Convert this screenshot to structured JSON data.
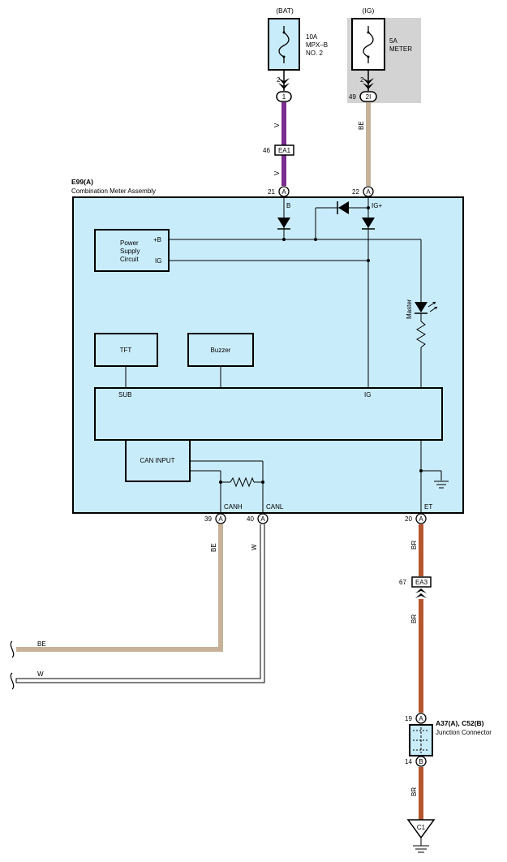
{
  "sources": {
    "bat_label": "(BAT)",
    "ig_label": "(IG)",
    "bat_fuse": [
      "10A",
      "MPX–B",
      "NO. 2"
    ],
    "ig_fuse": [
      "5A",
      "METER"
    ],
    "bat_fuse_pin": "2",
    "ig_fuse_pin": "2"
  },
  "junction_pins": {
    "bat_pin": "1",
    "ig_pin": "2I",
    "ig_pin_num": "49"
  },
  "connectors": {
    "ea1": "EA1",
    "ea1_num": "46",
    "ea3": "EA3",
    "ea3_num": "67"
  },
  "wire_colors": {
    "bat_upper": "V",
    "bat_lower": "V",
    "ig": "BE",
    "canh": "BE",
    "canl": "W",
    "et_upper": "BR",
    "et_lower": "BR",
    "ground": "BR",
    "left_be": "BE",
    "left_w": "W"
  },
  "meter": {
    "id": "E99(A)",
    "name": "Combination Meter Assembly",
    "pins": [
      {
        "num": "21",
        "letter": "A",
        "name": "B"
      },
      {
        "num": "22",
        "letter": "A",
        "name": "IG+"
      },
      {
        "num": "39",
        "letter": "A",
        "name": "CANH"
      },
      {
        "num": "40",
        "letter": "A",
        "name": "CANL"
      },
      {
        "num": "20",
        "letter": "A",
        "name": "ET"
      }
    ],
    "power_supply": [
      "Power",
      "Supply",
      "Circuit"
    ],
    "ps_b": "+B",
    "ps_ig": "IG",
    "tft": "TFT",
    "buzzer": "Buzzer",
    "sub": "SUB",
    "ig": "IG",
    "can_input": "CAN INPUT",
    "master": "Master"
  },
  "junction_connector": {
    "id": "A37(A), C52(B)",
    "name": "Junction Connector",
    "top_num": "19",
    "top_letter": "A",
    "bottom_num": "14",
    "bottom_letter": "B"
  },
  "ground": "C1",
  "colors": {
    "meter_fill": "#c9ecfa",
    "ig_shade": "#d3d3d3",
    "wire_v": "#7a2d8e",
    "wire_be": "#c7b299",
    "wire_br": "#b5562e"
  }
}
